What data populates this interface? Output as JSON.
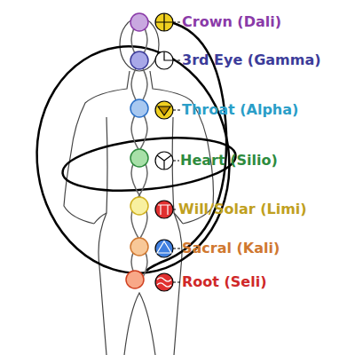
{
  "diagram": {
    "labels": [
      "Crown (Dali)",
      "3rd Eye (Gamma)",
      "Throat (Alpha)",
      "Heart (Silio)",
      "Will/Solar (Limi)",
      "Sacral (Kali)",
      "Root (Seli)"
    ]
  }
}
